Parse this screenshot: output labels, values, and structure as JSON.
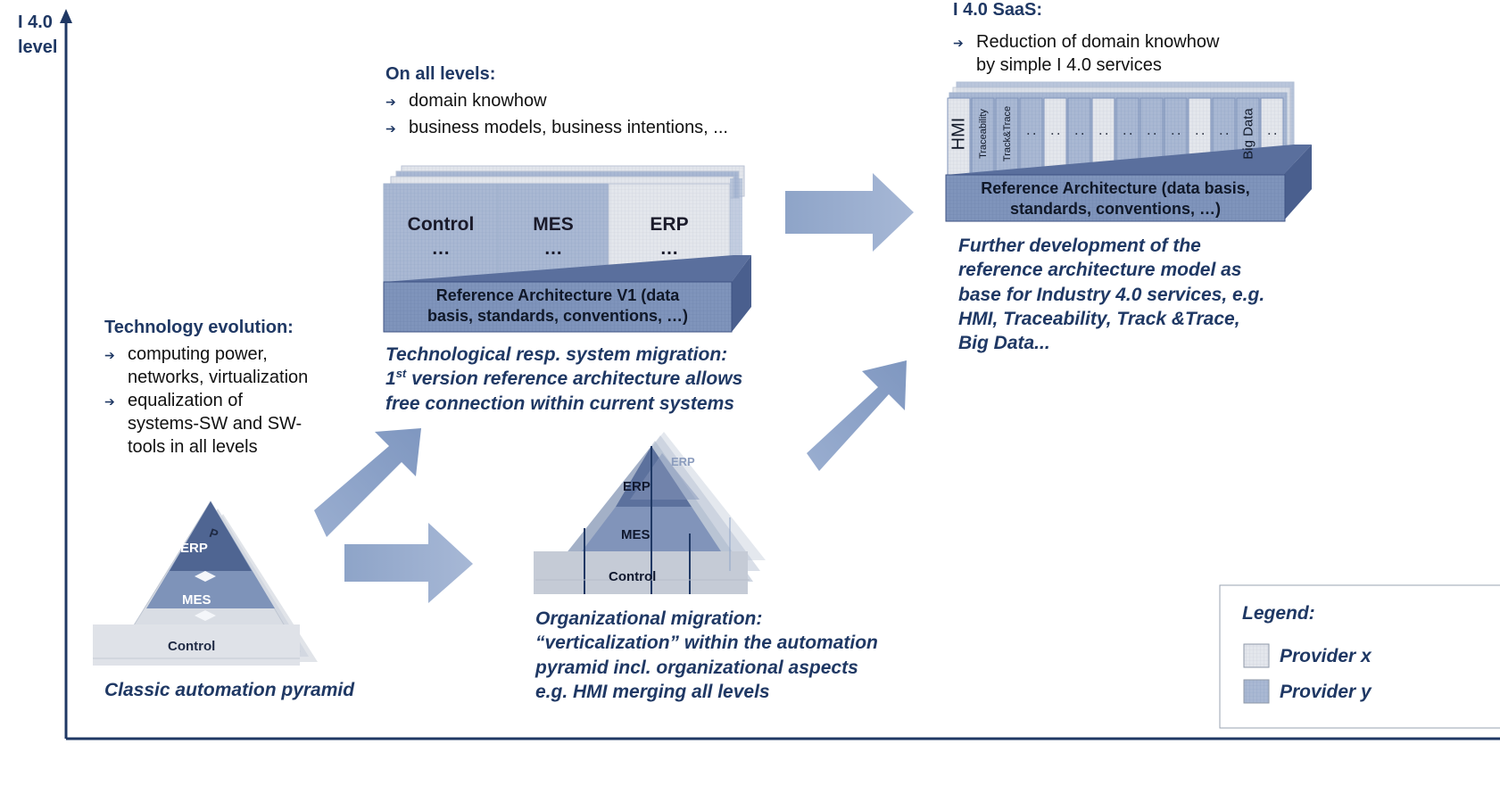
{
  "axis": {
    "label_line1": "I 4.0",
    "label_line2": "level"
  },
  "tech": {
    "heading": "Technology evolution:",
    "b1_l1": "computing power,",
    "b1_l2": "networks,  virtualization",
    "b2_l1": "equalization of",
    "b2_l2": "systems-SW and SW-",
    "b2_l3": "tools in all levels"
  },
  "pyramid1": {
    "erp": "ERP",
    "mes": "MES",
    "control": "Control",
    "ghost_p": "P",
    "caption": "Classic automation pyramid"
  },
  "levels": {
    "heading": "On all levels:",
    "b1": "domain knowhow",
    "b2": "business models, business intentions, ..."
  },
  "ra1": {
    "control": "Control",
    "mes": "MES",
    "erp": "ERP",
    "dots": "…",
    "base_l1": "Reference Architecture V1 (data",
    "base_l2": "basis, standards, conventions, …)"
  },
  "tech_caption": {
    "l1": "Technological resp. system migration:",
    "l2_pre": "1",
    "l2_sup": "st",
    "l2_post": " version reference architecture  allows",
    "l3": "free connection within current systems"
  },
  "pyramid2": {
    "erp": "ERP",
    "erp_ghost": "ERP",
    "mes": "MES",
    "control": "Control"
  },
  "org_caption": {
    "l1": "Organizational migration:",
    "l2": "“verticalization” within the automation",
    "l3": "pyramid incl. organizational aspects",
    "l4": "e.g. HMI  merging all levels"
  },
  "saas": {
    "heading": "I 4.0 SaaS:",
    "b1_l1": "Reduction of domain knowhow",
    "b1_l2": "by simple I 4.0 services"
  },
  "ra2": {
    "col_hmi": "HMI",
    "col_trace": "Traceability",
    "col_track": "Track&Trace",
    "col_bigdata": "Big Data",
    "dots": ":",
    "base_l1": "Reference Architecture (data basis,",
    "base_l2": "standards, conventions, …)"
  },
  "further": {
    "l1": "Further development of the",
    "l2": "reference architecture model as",
    "l3": "base for Industry 4.0 services, e.g.",
    "l4": "HMI, Traceability, Track &Trace,",
    "l5": "Big Data..."
  },
  "legend": {
    "title": "Legend:",
    "x": "Provider x",
    "y": "Provider y"
  },
  "colors": {
    "navy": "#1f3864",
    "arrow": "#8ea4c8",
    "provider_x": "#e2e5eb",
    "provider_y": "#a9b8d3",
    "dark_blue": "#4a5f8e"
  }
}
